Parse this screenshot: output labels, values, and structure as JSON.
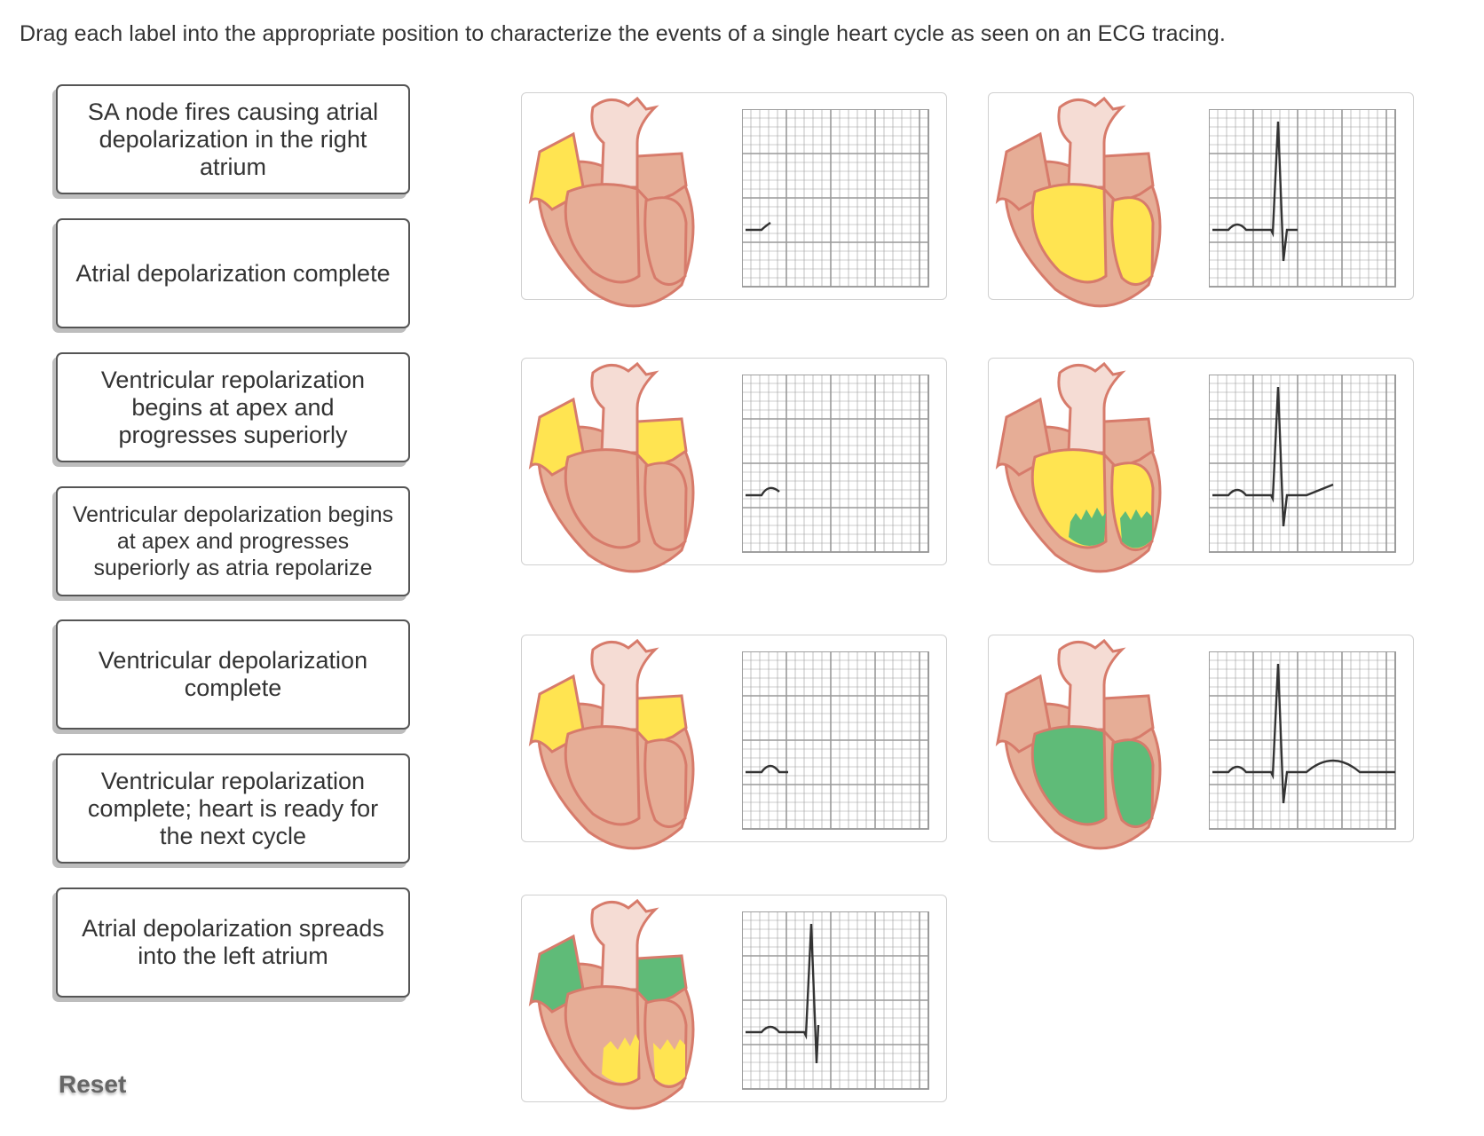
{
  "instructions": "Drag each label into the appropriate position to characterize the events of a single heart cycle as seen on an ECG tracing.",
  "labels": [
    "SA node fires causing atrial\ndepolarization in the right\natrium",
    "Atrial depolarization complete",
    "Ventricular repolarization\nbegins at apex and\nprogresses superiorly",
    "Ventricular depolarization begins\nat apex and progresses\nsuperiorly as atria repolarize",
    "Ventricular depolarization\ncomplete",
    "Ventricular repolarization\ncomplete; heart is ready for\nthe next cycle",
    "Atrial depolarization spreads\ninto the left atrium"
  ],
  "reset_label": "Reset",
  "colors": {
    "tissue": "#e6ad96",
    "outline": "#d77b6b",
    "aorta": "#f5dcd4",
    "depolarized": "#ffe451",
    "repolarized": "#5fbb78",
    "grid": "#666666",
    "trace": "#333333"
  },
  "panels": [
    {
      "name": "panel-1",
      "ecg_stage": "P wave onset",
      "ra": "yellow",
      "la": "tissue",
      "rv": "tissue",
      "lv": "tissue"
    },
    {
      "name": "panel-2",
      "ecg_stage": "QRS complete",
      "ra": "tissue",
      "la": "tissue",
      "rv": "yellow",
      "lv": "yellow"
    },
    {
      "name": "panel-3",
      "ecg_stage": "P wave peak",
      "ra": "yellow",
      "la": "yellow",
      "rv": "tissue",
      "lv": "tissue"
    },
    {
      "name": "panel-4",
      "ecg_stage": "T wave onset",
      "ra": "tissue",
      "la": "tissue",
      "rv": "yellow-green",
      "lv": "yellow-green"
    },
    {
      "name": "panel-5",
      "ecg_stage": "P wave complete",
      "ra": "yellow",
      "la": "yellow",
      "rv": "tissue",
      "lv": "tissue"
    },
    {
      "name": "panel-6",
      "ecg_stage": "T wave complete",
      "ra": "tissue",
      "la": "tissue",
      "rv": "green",
      "lv": "green"
    },
    {
      "name": "panel-7",
      "ecg_stage": "QRS onset",
      "ra": "green",
      "la": "green",
      "rv": "tissue-yellow",
      "lv": "tissue-yellow"
    }
  ]
}
